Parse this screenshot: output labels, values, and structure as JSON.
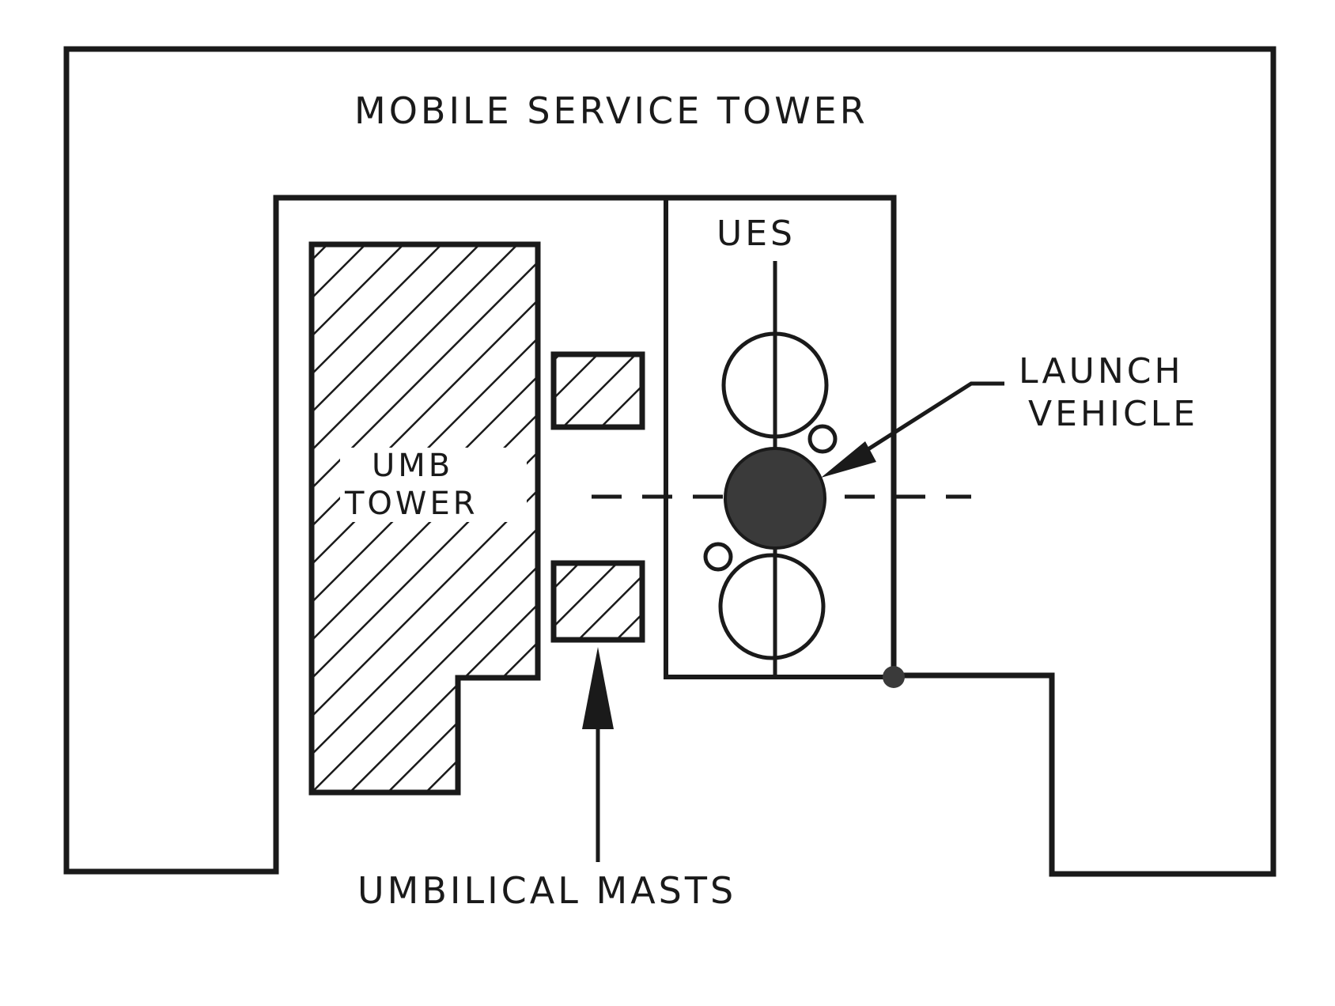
{
  "labels": {
    "mobile_service_tower": "MOBILE SERVICE TOWER",
    "ues": "UES",
    "launch": "LAUNCH",
    "vehicle": "VEHICLE",
    "umb": "UMB",
    "tower": "TOWER",
    "umbilical_masts": "UMBILICAL MASTS"
  },
  "colors": {
    "ink": "#1a1a1a",
    "vehicle_fill": "#3a3a3a",
    "paper": "#ffffff"
  }
}
